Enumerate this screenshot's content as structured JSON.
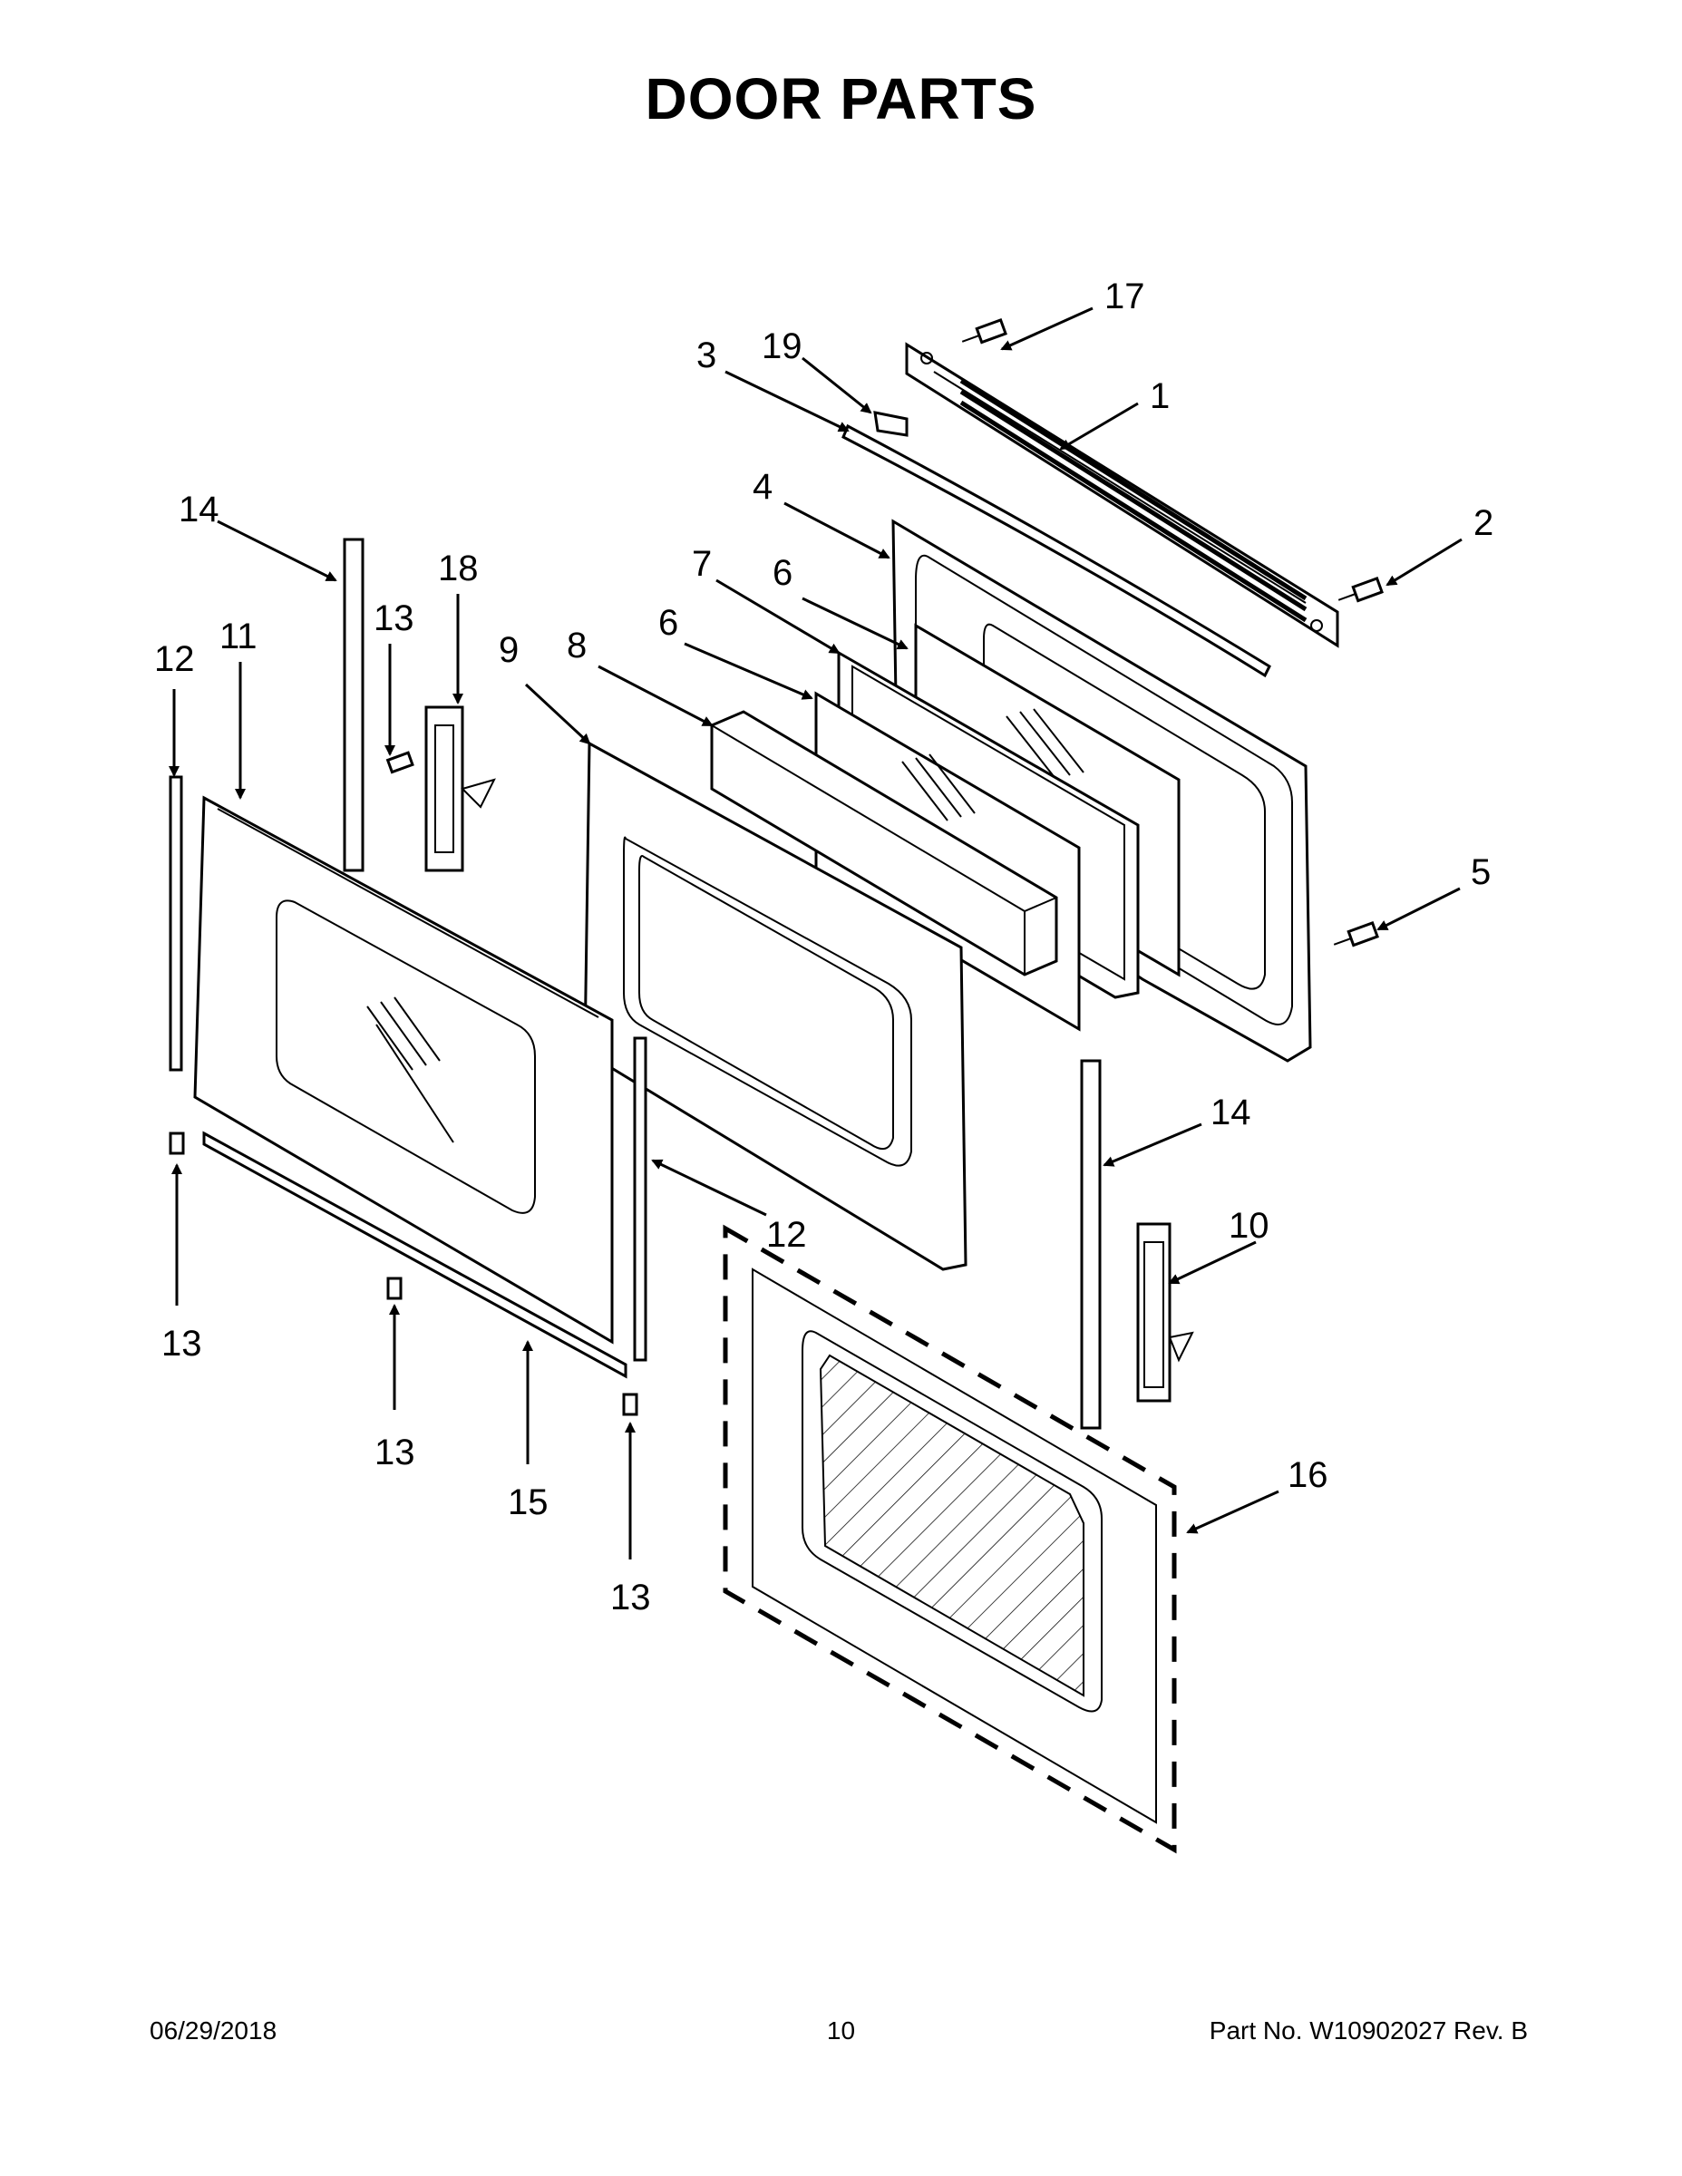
{
  "title": "DOOR PARTS",
  "footer": {
    "date": "06/29/2018",
    "page": "10",
    "part_no": "Part No.  W10902027  Rev.  B"
  },
  "callouts": {
    "c1": "1",
    "c2": "2",
    "c3": "3",
    "c4": "4",
    "c5": "5",
    "c6a": "6",
    "c6b": "6",
    "c7": "7",
    "c8": "8",
    "c9": "9",
    "c10": "10",
    "c11": "11",
    "c12a": "12",
    "c12b": "12",
    "c13a": "13",
    "c13b": "13",
    "c13c": "13",
    "c13d": "13",
    "c14a": "14",
    "c14b": "14",
    "c15": "15",
    "c16": "16",
    "c17": "17",
    "c18": "18",
    "c19": "19"
  }
}
